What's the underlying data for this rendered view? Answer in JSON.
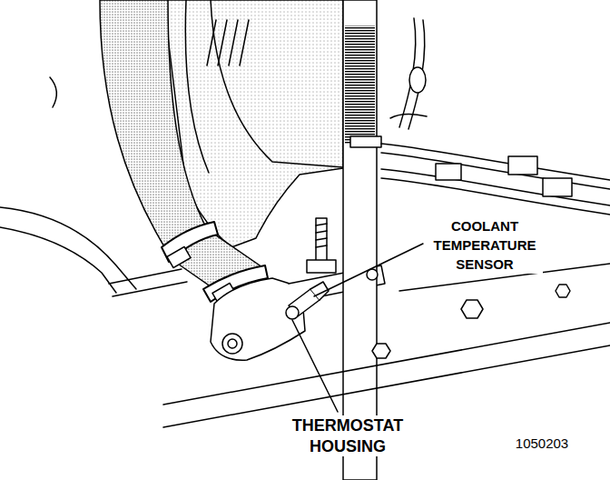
{
  "diagram": {
    "labels": [
      "COOLANT TEMPERATURE SENSOR",
      "THERMOSTAT HOUSING",
      "1050203"
    ]
  }
}
